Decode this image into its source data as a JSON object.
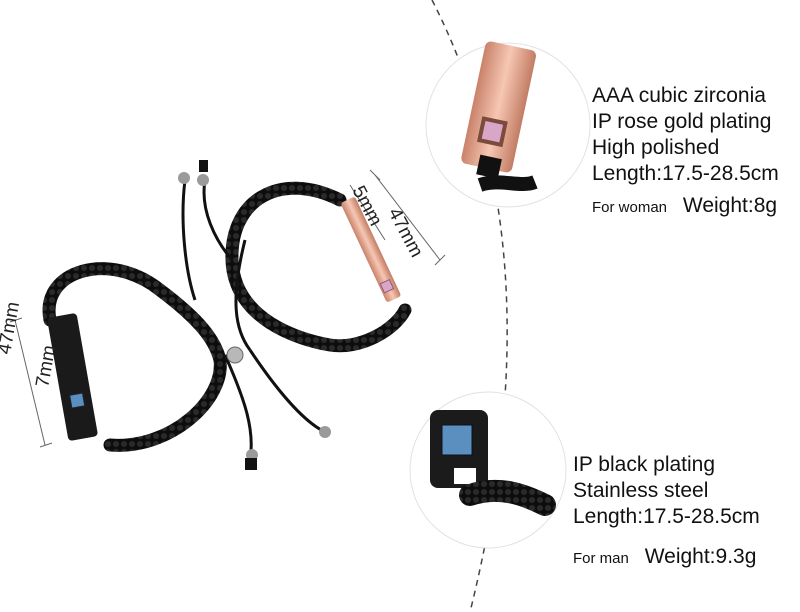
{
  "woman": {
    "material": "AAA cubic zirconia",
    "plating": "IP rose gold plating",
    "finish": "High polished",
    "length": "Length:17.5-28.5cm",
    "gender_label": "For woman",
    "weight": "Weight:8g"
  },
  "man": {
    "plating": "IP black plating",
    "material": "Stainless steel",
    "length": "Length:17.5-28.5cm",
    "gender_label": "For man",
    "weight": "Weight:9.3g"
  },
  "dimensions": {
    "woman_length": "47mm",
    "woman_width": "5mm",
    "man_length": "47mm",
    "man_width": "7mm"
  },
  "colors": {
    "rose_gold": "#e8a98f",
    "black_cord": "#111111",
    "black_bar": "#1a1a1a",
    "pink_stone": "#d9a6c8",
    "blue_stone": "#5a8fc0"
  }
}
